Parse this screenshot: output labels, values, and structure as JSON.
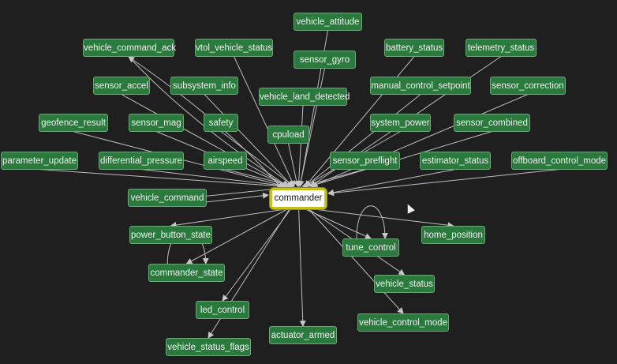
{
  "graph": {
    "center": "commander",
    "nodes": {
      "vehicle_attitude": "vehicle_attitude",
      "vehicle_command_ack": "vehicle_command_ack",
      "vtol_vehicle_status": "vtol_vehicle_status",
      "sensor_gyro": "sensor_gyro",
      "battery_status": "battery_status",
      "telemetry_status": "telemetry_status",
      "sensor_accel": "sensor_accel",
      "subsystem_info": "subsystem_info",
      "vehicle_land_detected": "vehicle_land_detected",
      "manual_control_setpoint": "manual_control_setpoint",
      "sensor_correction": "sensor_correction",
      "geofence_result": "geofence_result",
      "sensor_mag": "sensor_mag",
      "safety": "safety",
      "cpuload": "cpuload",
      "system_power": "system_power",
      "sensor_combined": "sensor_combined",
      "parameter_update": "parameter_update",
      "differential_pressure": "differential_pressure",
      "airspeed": "airspeed",
      "sensor_preflight": "sensor_preflight",
      "estimator_status": "estimator_status",
      "offboard_control_mode": "offboard_control_mode",
      "commander": "commander",
      "vehicle_command": "vehicle_command",
      "power_button_state": "power_button_state",
      "home_position": "home_position",
      "tune_control": "tune_control",
      "commander_state": "commander_state",
      "vehicle_status": "vehicle_status",
      "led_control": "led_control",
      "actuator_armed": "actuator_armed",
      "vehicle_control_mode": "vehicle_control_mode",
      "vehicle_status_flags": "vehicle_status_flags"
    },
    "inputs": [
      "vehicle_attitude",
      "vehicle_command_ack",
      "vtol_vehicle_status",
      "sensor_gyro",
      "battery_status",
      "telemetry_status",
      "sensor_accel",
      "subsystem_info",
      "vehicle_land_detected",
      "manual_control_setpoint",
      "sensor_correction",
      "geofence_result",
      "sensor_mag",
      "safety",
      "cpuload",
      "system_power",
      "sensor_combined",
      "parameter_update",
      "differential_pressure",
      "airspeed",
      "sensor_preflight",
      "estimator_status",
      "offboard_control_mode",
      "vehicle_command"
    ],
    "outputs": [
      "vehicle_command_ack",
      "vehicle_command",
      "power_button_state",
      "home_position",
      "tune_control",
      "commander_state",
      "vehicle_status",
      "led_control",
      "actuator_armed",
      "vehicle_control_mode",
      "vehicle_status_flags"
    ],
    "self_loops": [
      "tune_control",
      "commander_state"
    ]
  },
  "colors": {
    "background": "#1f1f1f",
    "node": "#2b7a3d",
    "center_border": "#c8c01c",
    "edge": "#bdbdbd"
  }
}
